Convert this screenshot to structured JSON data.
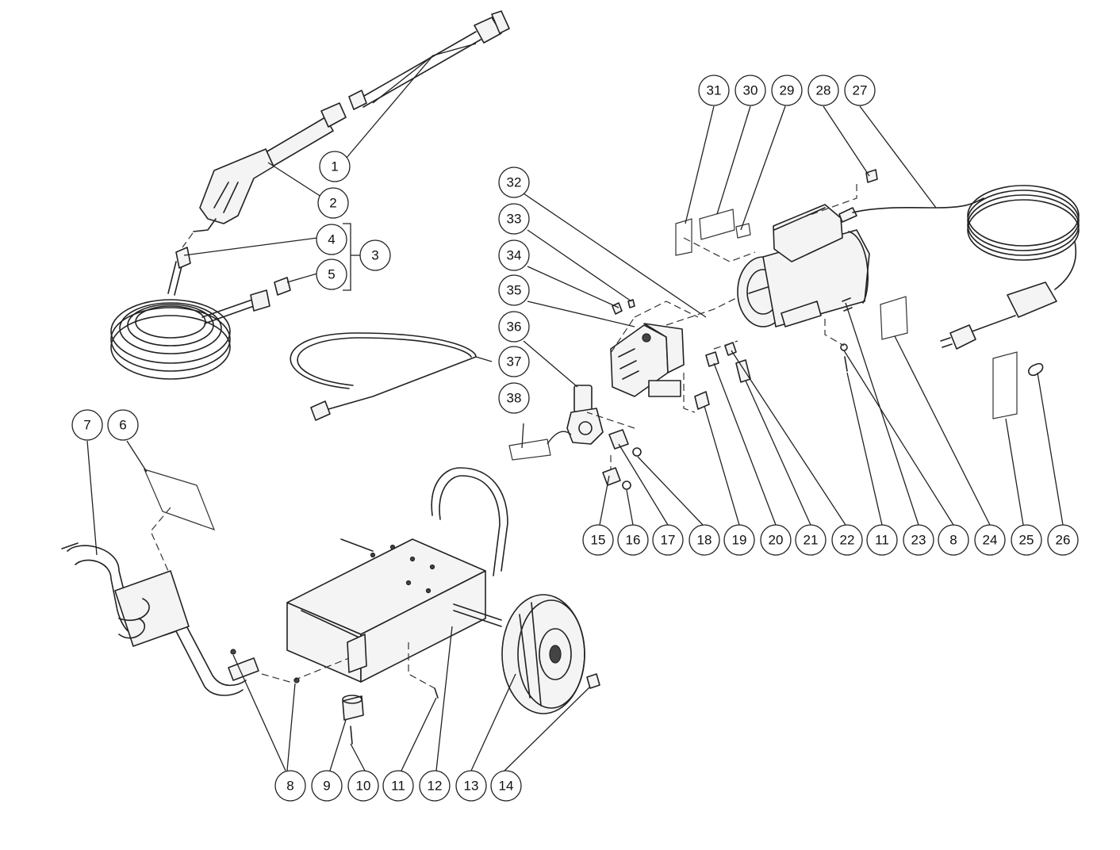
{
  "diagram": {
    "callouts": [
      {
        "id": "c1",
        "label": "1"
      },
      {
        "id": "c2",
        "label": "2"
      },
      {
        "id": "c3",
        "label": "3"
      },
      {
        "id": "c4",
        "label": "4"
      },
      {
        "id": "c5",
        "label": "5"
      },
      {
        "id": "c6",
        "label": "6"
      },
      {
        "id": "c7",
        "label": "7"
      },
      {
        "id": "c8a",
        "label": "8"
      },
      {
        "id": "c8b",
        "label": "8"
      },
      {
        "id": "c9",
        "label": "9"
      },
      {
        "id": "c10",
        "label": "10"
      },
      {
        "id": "c11a",
        "label": "11"
      },
      {
        "id": "c11b",
        "label": "11"
      },
      {
        "id": "c12",
        "label": "12"
      },
      {
        "id": "c13",
        "label": "13"
      },
      {
        "id": "c14",
        "label": "14"
      },
      {
        "id": "c15",
        "label": "15"
      },
      {
        "id": "c16",
        "label": "16"
      },
      {
        "id": "c17",
        "label": "17"
      },
      {
        "id": "c18",
        "label": "18"
      },
      {
        "id": "c19",
        "label": "19"
      },
      {
        "id": "c20",
        "label": "20"
      },
      {
        "id": "c21",
        "label": "21"
      },
      {
        "id": "c22",
        "label": "22"
      },
      {
        "id": "c23",
        "label": "23"
      },
      {
        "id": "c24",
        "label": "24"
      },
      {
        "id": "c25",
        "label": "25"
      },
      {
        "id": "c26",
        "label": "26"
      },
      {
        "id": "c27",
        "label": "27"
      },
      {
        "id": "c28",
        "label": "28"
      },
      {
        "id": "c29",
        "label": "29"
      },
      {
        "id": "c30",
        "label": "30"
      },
      {
        "id": "c31",
        "label": "31"
      },
      {
        "id": "c32",
        "label": "32"
      },
      {
        "id": "c33",
        "label": "33"
      },
      {
        "id": "c34",
        "label": "34"
      },
      {
        "id": "c35",
        "label": "35"
      },
      {
        "id": "c36",
        "label": "36"
      },
      {
        "id": "c37",
        "label": "37"
      },
      {
        "id": "c38",
        "label": "38"
      }
    ]
  }
}
